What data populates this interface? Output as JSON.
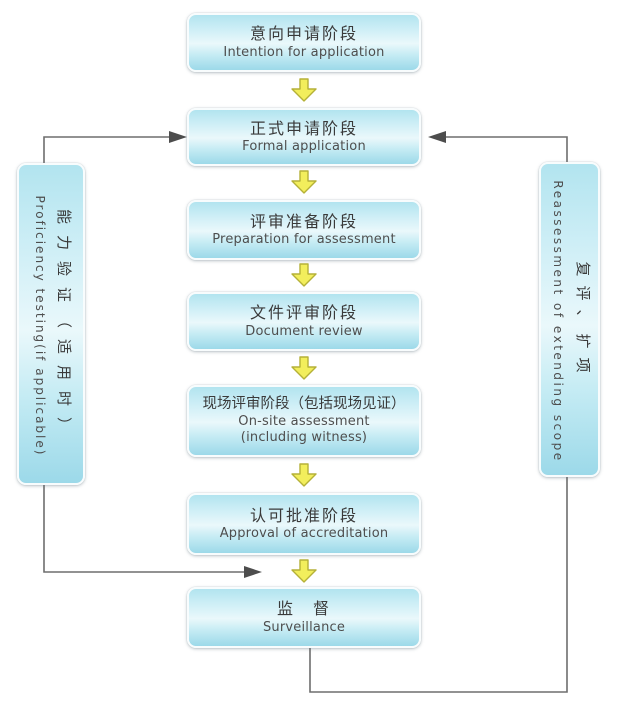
{
  "flow": {
    "steps": [
      {
        "zh": "意向申请阶段",
        "en": "Intention for application"
      },
      {
        "zh": "正式申请阶段",
        "en": "Formal application"
      },
      {
        "zh": "评审准备阶段",
        "en": "Preparation for assessment"
      },
      {
        "zh": "文件评审阶段",
        "en": "Document review"
      },
      {
        "zh": "现场评审阶段（包括现场见证）",
        "en": "On-site assessment",
        "en2": "(including witness)"
      },
      {
        "zh": "认可批准阶段",
        "en": "Approval of accreditation"
      },
      {
        "zh": "监　督",
        "en": "Surveillance"
      }
    ],
    "left_side": {
      "zh": "能力验证（适用时）",
      "en": "Proficiency testing(if applicable)"
    },
    "right_side": {
      "zh": "复评、扩项",
      "en": "Reassessment of extending scope"
    },
    "colors": {
      "box_gradient_top": "#b2e4ef",
      "box_gradient_mid": "#eaf8fb",
      "box_gradient_bottom": "#9cd9e9",
      "box_border": "#f8fcfd",
      "flow_arrow_fill": "#f2ee5c",
      "flow_arrow_stroke": "#b5b138",
      "connector_line": "#6e6e6e",
      "connector_head": "#4d4d4d",
      "text_zh": "#3a3a3a",
      "text_en": "#4e4e4e"
    }
  }
}
